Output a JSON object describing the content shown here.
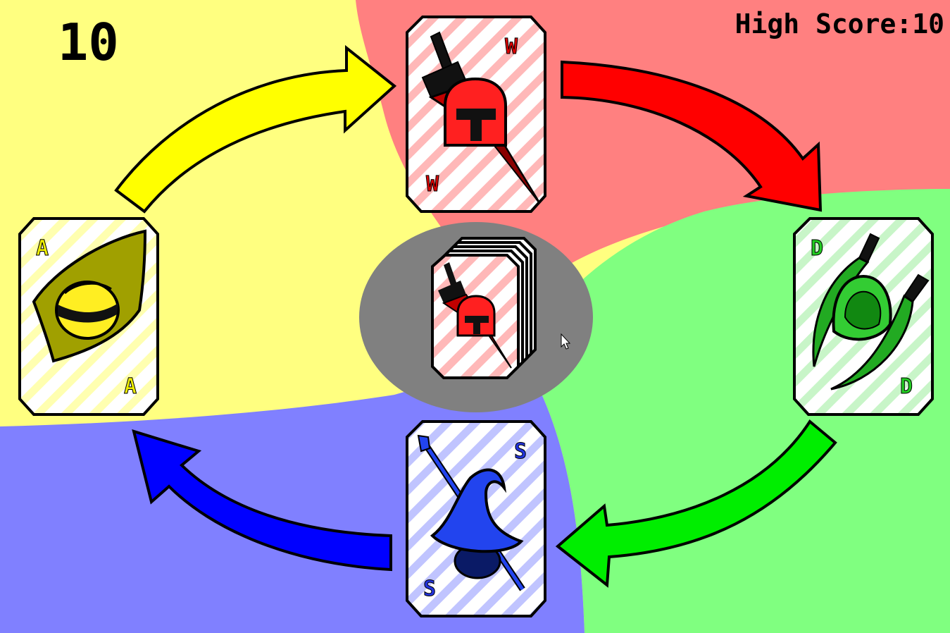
{
  "hud": {
    "score": "10",
    "high_score_label": "High Score:",
    "high_score_value": "10"
  },
  "cards": {
    "warrior": {
      "letter": "W",
      "color": "#ff0000",
      "quadrant": "top"
    },
    "druid": {
      "letter": "D",
      "color": "#22bb22",
      "quadrant": "right"
    },
    "sorcerer": {
      "letter": "S",
      "color": "#2233dd",
      "quadrant": "bottom"
    },
    "assassin": {
      "letter": "A",
      "color": "#dddd00",
      "quadrant": "left"
    }
  },
  "deck": {
    "top_card": "warrior"
  },
  "colors": {
    "yellow_zone": "#ffff80",
    "red_zone": "#ff8080",
    "green_zone": "#80ff80",
    "blue_zone": "#8080ff",
    "center_disc": "#808080",
    "yellow_arrow": "#ffff00",
    "red_arrow": "#ff0000",
    "green_arrow": "#00ee00",
    "blue_arrow": "#0000ff"
  }
}
